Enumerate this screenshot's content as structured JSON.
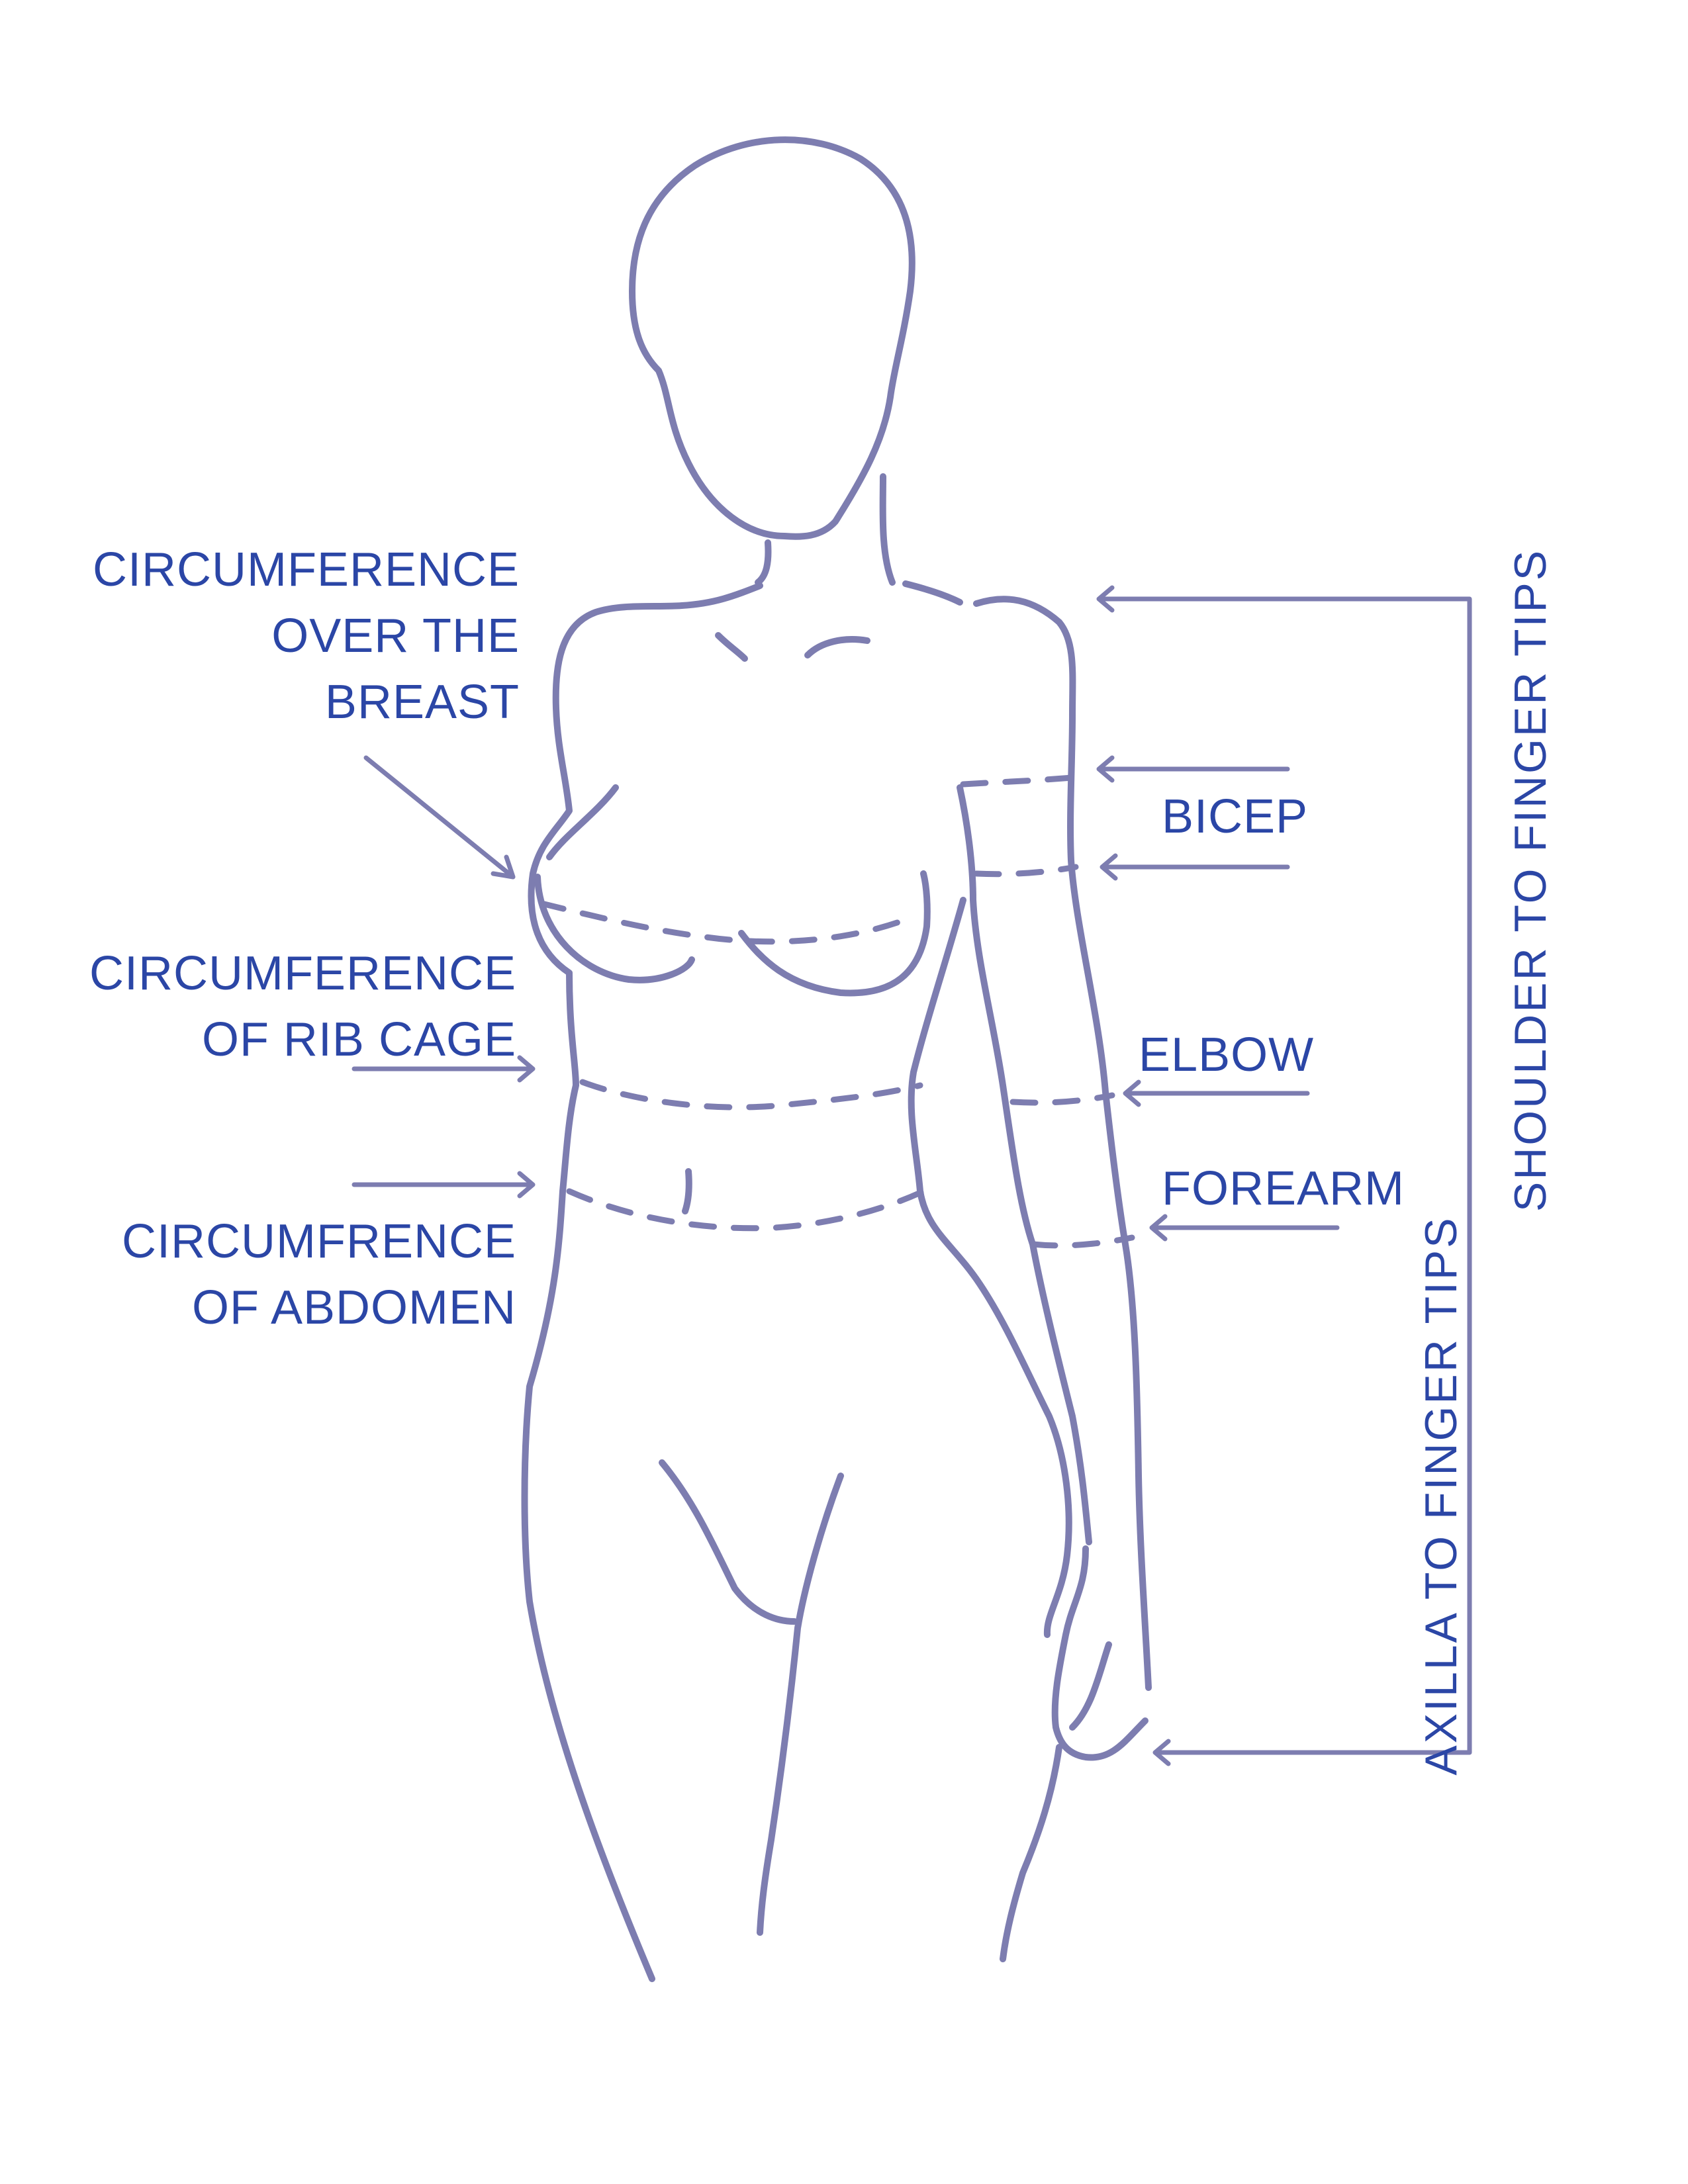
{
  "colors": {
    "outline": "#7d7db0",
    "label": "#2b46a6",
    "background": "#ffffff"
  },
  "labels": {
    "breast_line1": "CIRCUMFERENCE",
    "breast_line2": "OVER THE",
    "breast_line3": "BREAST",
    "ribcage_line1": "CIRCUMFERENCE",
    "ribcage_line2": "OF RIB CAGE",
    "abdomen_line1": "CIRCUMFRENCE",
    "abdomen_line2": "OF ABDOMEN",
    "bicep": "BICEP",
    "elbow": "ELBOW",
    "forearm": "FOREARM",
    "shoulder_to_finger_tips": "SHOULDER TO FINGER TIPS",
    "axilla_to_finger_tips": "AXILLA TO FINGER TIPS"
  }
}
